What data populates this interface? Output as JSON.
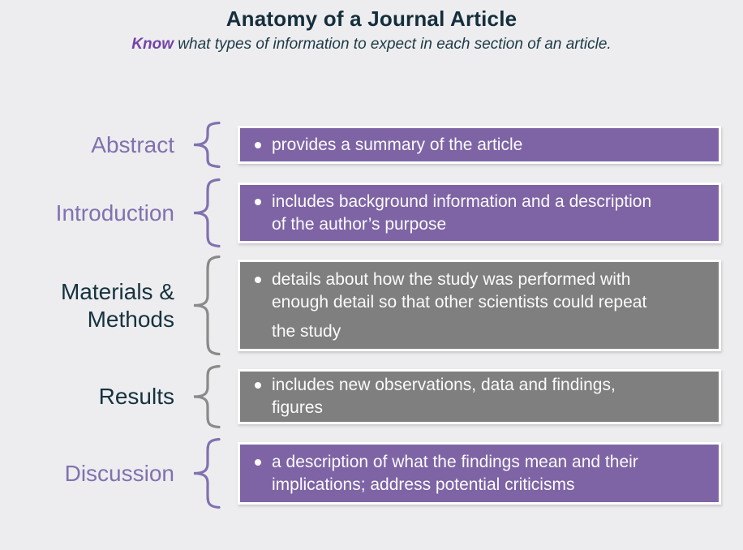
{
  "header": {
    "title": "Anatomy of a Journal Article",
    "subtitle_emphasis": "Know",
    "subtitle_rest": " what types of information to expect in each section of an article."
  },
  "colors": {
    "background": "#EDEDEF",
    "title_text": "#142E3C",
    "purple_box": "#7E64A5",
    "gray_box": "#7F7F7F",
    "purple_label": "#8171AF",
    "dark_label": "#16323F",
    "box_text": "#FBFAFD",
    "know_purple": "#7443A8"
  },
  "rows": [
    {
      "label": "Abstract",
      "theme": "purple",
      "lines": [
        "provides a summary of the article"
      ]
    },
    {
      "label": "Introduction",
      "theme": "purple",
      "lines": [
        "includes background information and a description",
        "of the author’s purpose"
      ]
    },
    {
      "label": "Materials & Methods",
      "theme": "gray",
      "lines": [
        "details about how the study was performed with",
        "enough detail so that other scientists could repeat",
        "the study"
      ]
    },
    {
      "label": "Results",
      "theme": "gray",
      "lines": [
        "includes new observations, data and findings,",
        "figures"
      ]
    },
    {
      "label": "Discussion",
      "theme": "purple",
      "lines": [
        "a description of what the findings mean and their",
        "implications; address potential criticisms"
      ]
    }
  ]
}
